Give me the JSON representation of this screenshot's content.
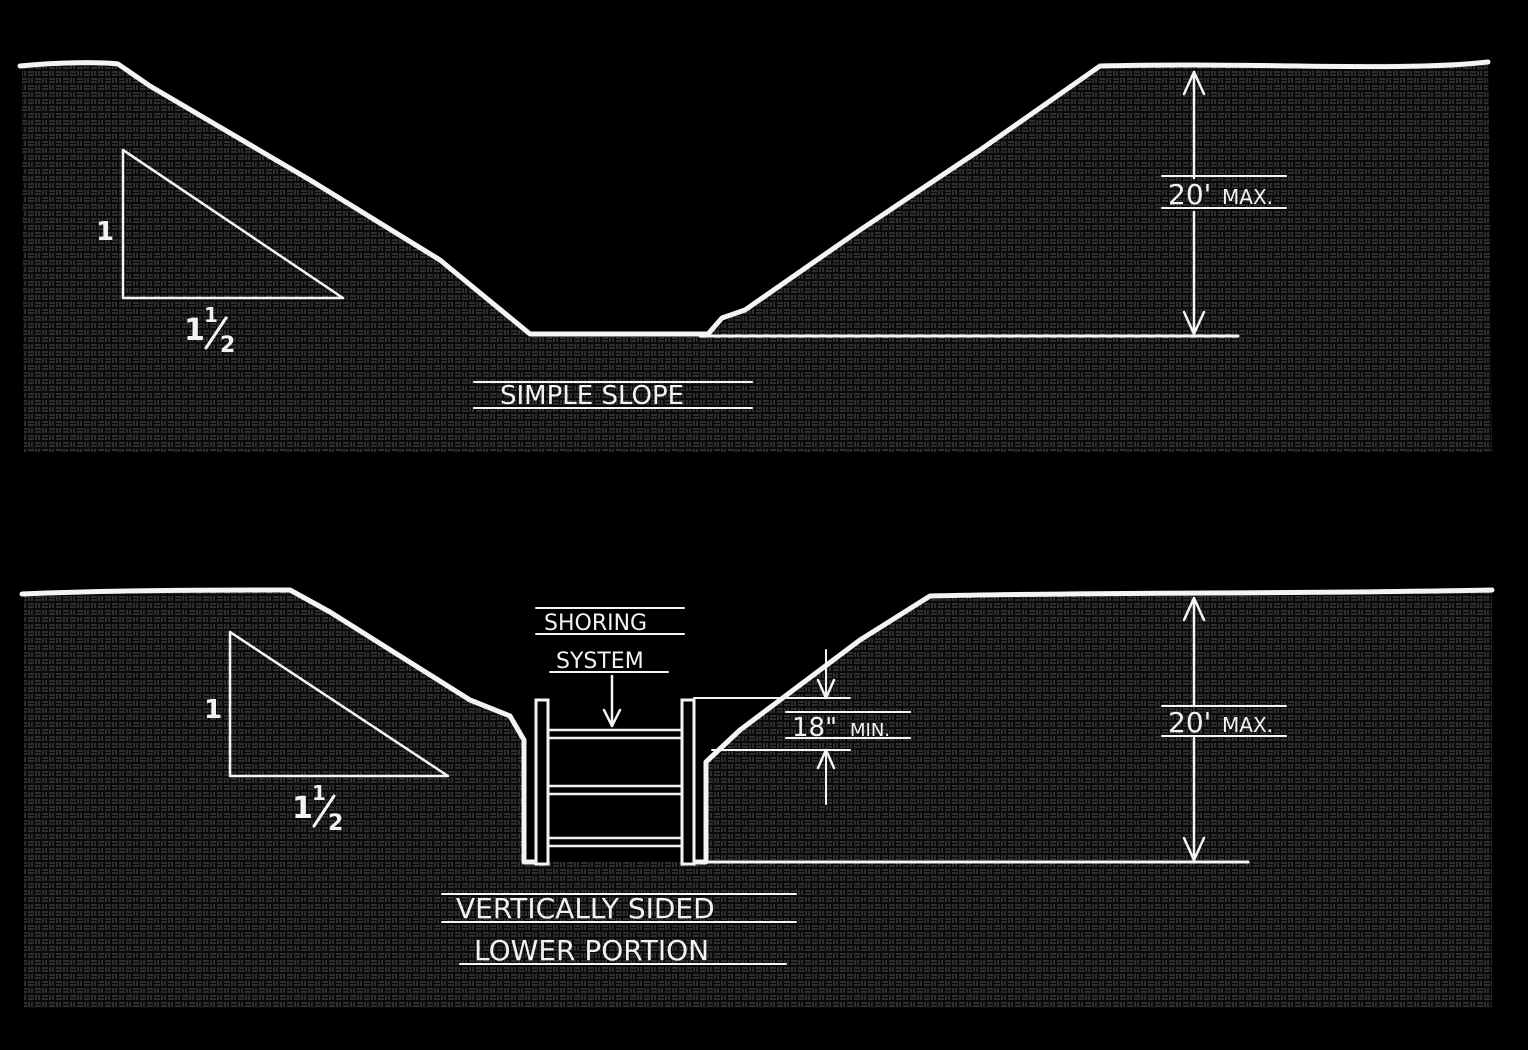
{
  "colors": {
    "background": "#000000",
    "chalk": "#f4f4f4",
    "soil_texture": "#6a6a6a"
  },
  "top_diagram": {
    "title": "SIMPLE SLOPE",
    "ratio_rise": "1",
    "ratio_run_whole": "1",
    "ratio_run_num": "1",
    "ratio_run_den": "2",
    "depth_value": "20'",
    "depth_unit": "MAX."
  },
  "bottom_diagram": {
    "title_line1": "VERTICALLY SIDED",
    "title_line2": "LOWER PORTION",
    "shoring_line1": "SHORING",
    "shoring_line2": "SYSTEM",
    "ratio_rise": "1",
    "ratio_run_whole": "1",
    "ratio_run_num": "1",
    "ratio_run_den": "2",
    "depth_value": "20'",
    "depth_unit": "MAX.",
    "offset_value": "18\"",
    "offset_unit": "MIN."
  }
}
